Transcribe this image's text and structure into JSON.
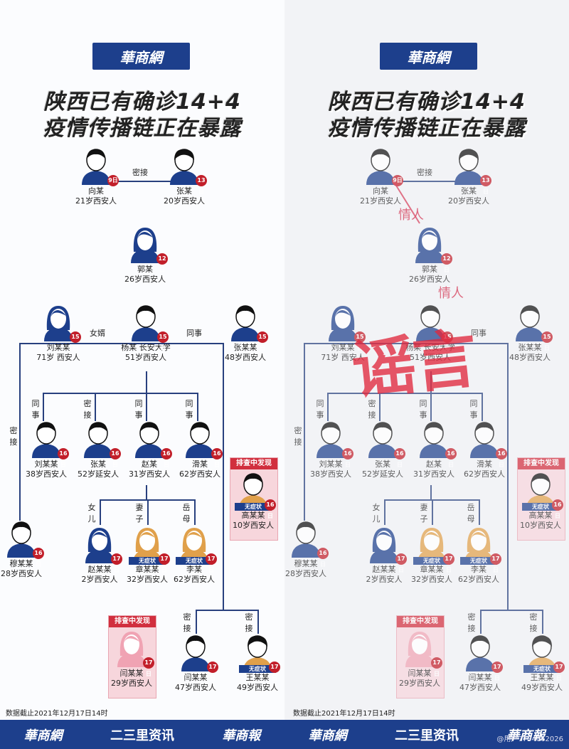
{
  "header": {
    "logo_text": "華商網",
    "title_line1": "陕西已有确诊14+4",
    "title_line2": "疫情传播链正在暴露"
  },
  "people": {
    "xiang": {
      "name": "向某",
      "desc": "21岁西安人",
      "day": "9日"
    },
    "zhang1": {
      "name": "张某",
      "desc": "20岁西安人",
      "day": "13日"
    },
    "guo": {
      "name": "郭某",
      "desc": "26岁西安人",
      "day": "12日"
    },
    "liu1": {
      "name": "刘某某",
      "desc": "71岁 西安人",
      "day": "15日"
    },
    "yang": {
      "name": "杨某 长安大学",
      "desc": "51岁西安人",
      "day": "15日"
    },
    "zhang2": {
      "name": "张某某",
      "desc": "48岁西安人",
      "day": "15日"
    },
    "liu2": {
      "name": "刘某某",
      "desc": "38岁西安人",
      "day": "16日"
    },
    "zhang3": {
      "name": "张某",
      "desc": "52岁延安人",
      "day": "16日"
    },
    "zhao1": {
      "name": "赵某",
      "desc": "31岁西安人",
      "day": "16日"
    },
    "hua": {
      "name": "滑某",
      "desc": "62岁西安人",
      "day": "16日"
    },
    "gao": {
      "name": "高某某",
      "desc": "10岁西安人",
      "day": "16日"
    },
    "mu": {
      "name": "穆某某",
      "desc": "28岁西安人",
      "day": "16日"
    },
    "zhao2": {
      "name": "赵某某",
      "desc": "2岁西安人",
      "day": "17日"
    },
    "zhang4": {
      "name": "章某某",
      "desc": "32岁西安人",
      "day": "17日"
    },
    "li": {
      "name": "李某",
      "desc": "62岁西安人",
      "day": "17日"
    },
    "yan1": {
      "name": "闫某某",
      "desc": "29岁西安人",
      "day": "17日"
    },
    "yan2": {
      "name": "闫某某",
      "desc": "47岁西安人",
      "day": "17日"
    },
    "wang": {
      "name": "王某某",
      "desc": "49岁西安人",
      "day": "17日"
    }
  },
  "relations": {
    "mijie": "密接",
    "nvxu": "女婿",
    "tongshi": "同事",
    "nver": "女儿",
    "qizi": "妻子",
    "yuemu": "岳母"
  },
  "labels": {
    "screening": "排查中发现",
    "asymptomatic": "无症状"
  },
  "date_note": "数据截止2021年12月17日14时",
  "footer": {
    "left": "華商網",
    "mid": "二三里资讯",
    "right": "華商報"
  },
  "annotations": {
    "lover": "情人",
    "rumor": "谣言"
  },
  "watermark": "@用户7734062026",
  "colors": {
    "navy": "#1d3f8c",
    "red_badge": "#c21f2a",
    "orange": "#e0a04a",
    "pink": "#f7d6dc"
  }
}
